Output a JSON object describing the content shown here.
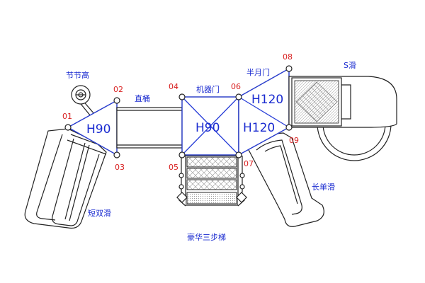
{
  "components": {
    "knot_climber": "节节高",
    "straight_tube": "直桶",
    "machine_door": "机器门",
    "half_moon_door": "半月门",
    "s_slide": "S滑",
    "short_double_slide": "短双滑",
    "luxury_steps": "豪华三步梯",
    "long_single_slide": "长单滑"
  },
  "platforms": {
    "left": "H90",
    "center": "H90",
    "right_top": "H120",
    "right_bottom": "H120"
  },
  "posts": [
    "01",
    "02",
    "03",
    "04",
    "05",
    "06",
    "07",
    "08",
    "09"
  ],
  "colors": {
    "label": "#1a2bd0",
    "post_number": "#d81f1f",
    "outline": "#222222"
  }
}
